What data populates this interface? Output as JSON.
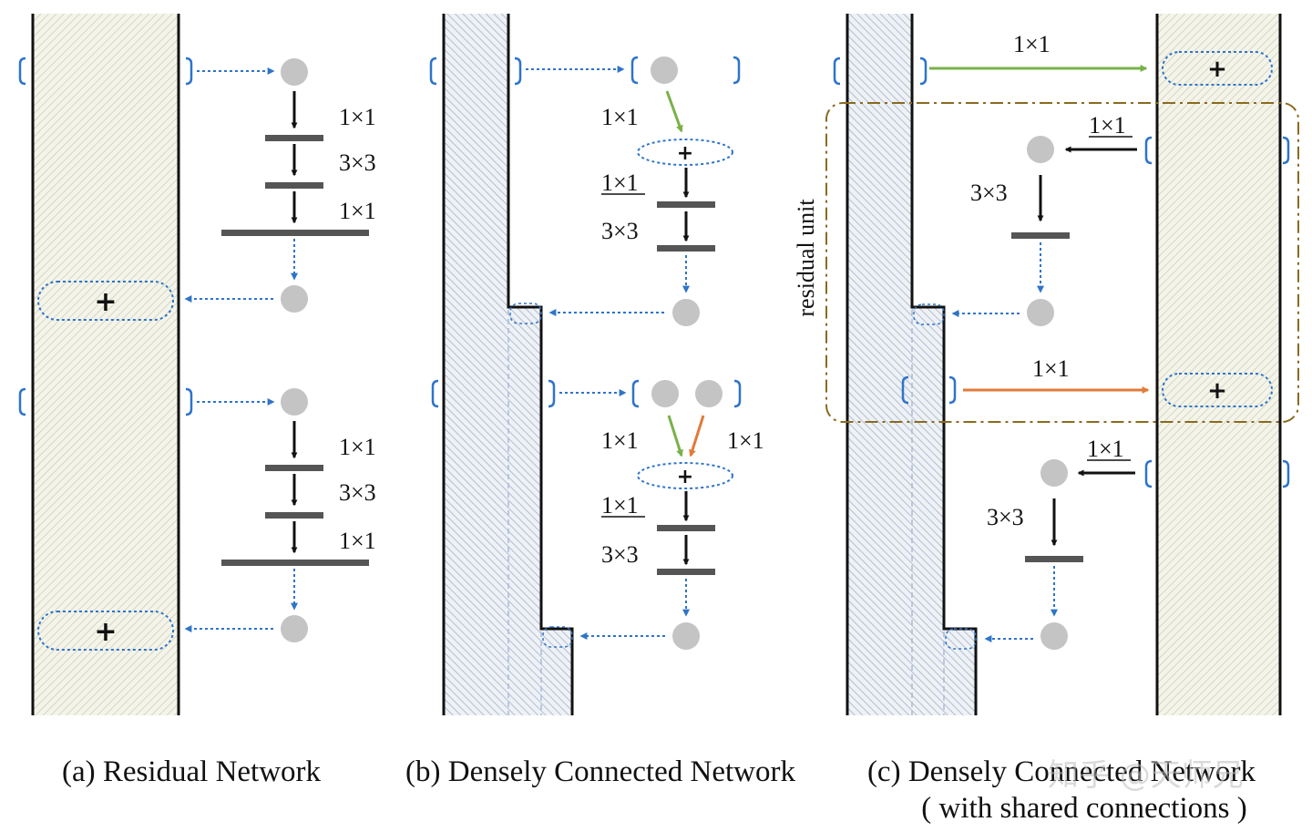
{
  "labels": {
    "one_by_one": "1×1",
    "three_by_three": "3×3",
    "plus": "+",
    "residual_unit": "residual unit"
  },
  "captions": {
    "a": "(a) Residual Network",
    "b": "(b) Densely Connected Network",
    "c_line1": "(c) Densely Connected Network",
    "c_line2": "( with shared connections )"
  },
  "watermark": "知乎 @天师兄",
  "colors": {
    "blue_arrow": "#2e74c9",
    "green_arrow": "#79b14a",
    "orange_arrow": "#e07b39",
    "node_gray": "#c4c4c4",
    "bar_gray": "#555555",
    "dashdot_brown": "#8a6a1e"
  }
}
